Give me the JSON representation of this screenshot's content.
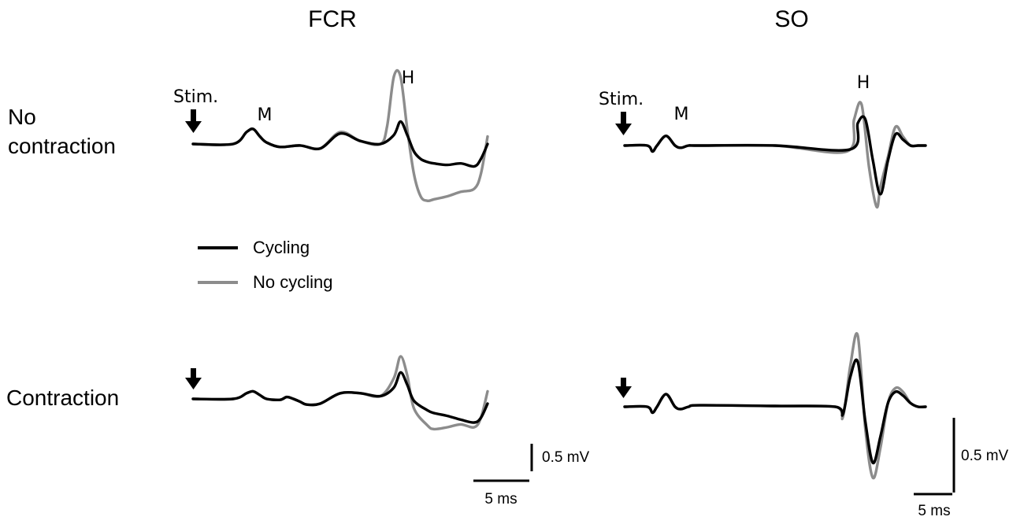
{
  "colors": {
    "cycling": "#000000",
    "no_cycling": "#8c8c8c"
  },
  "chart_data": [
    {
      "type": "line",
      "title": "FCR",
      "row_label": "No contraction",
      "stim_label": "Stim.",
      "peak_labels": [
        "M",
        "H"
      ],
      "series": [
        {
          "name": "Cycling",
          "x": [
            0,
            6,
            8,
            9,
            10,
            11,
            13,
            16,
            19,
            22,
            25,
            28,
            30,
            31,
            32,
            33,
            34,
            35,
            36,
            38,
            40,
            42,
            43,
            44
          ],
          "y": [
            0,
            0,
            0.08,
            0.1,
            0.05,
            0.01,
            -0.02,
            -0.01,
            -0.03,
            0.07,
            0.02,
            0,
            0.06,
            0.15,
            0.06,
            -0.05,
            -0.1,
            -0.12,
            -0.13,
            -0.14,
            -0.13,
            -0.15,
            -0.1,
            0
          ]
        },
        {
          "name": "No cycling",
          "x": [
            0,
            6,
            8,
            9,
            10,
            11,
            13,
            16,
            19,
            22,
            25,
            28,
            29,
            30,
            31,
            32,
            33,
            34,
            35,
            36,
            38,
            40,
            42,
            43,
            44
          ],
          "y": [
            0,
            0,
            0.08,
            0.1,
            0.05,
            0.01,
            -0.02,
            -0.01,
            -0.03,
            0.08,
            0.02,
            0,
            0.12,
            0.45,
            0.45,
            0.1,
            -0.2,
            -0.35,
            -0.38,
            -0.37,
            -0.35,
            -0.32,
            -0.3,
            -0.2,
            0.05
          ]
        }
      ]
    },
    {
      "type": "line",
      "title": "SO",
      "row_label": "",
      "stim_label": "Stim.",
      "peak_labels": [
        "M",
        "H"
      ],
      "series": [
        {
          "name": "Cycling",
          "x": [
            0,
            3,
            3.7,
            4.3,
            5.5,
            6.7,
            7.5,
            8.5,
            10,
            20,
            30,
            31,
            32,
            33,
            34,
            35,
            36,
            37,
            38,
            39,
            40
          ],
          "y": [
            0,
            0,
            -0.08,
            0,
            0.13,
            0,
            -0.03,
            0,
            0,
            0,
            -0.05,
            0.3,
            0.35,
            -0.2,
            -0.65,
            -0.2,
            0.15,
            0.08,
            0,
            0,
            0
          ]
        },
        {
          "name": "No cycling",
          "x": [
            0,
            3,
            3.7,
            4.3,
            5.5,
            6.7,
            7.5,
            8.5,
            10,
            20,
            29.5,
            30.5,
            31.5,
            32.5,
            33.5,
            34,
            35,
            36,
            37,
            38,
            39,
            40
          ],
          "y": [
            0,
            0,
            -0.08,
            0,
            0.13,
            0,
            -0.03,
            0,
            0,
            0,
            -0.08,
            0.35,
            0.55,
            -0.3,
            -0.82,
            -0.55,
            -0.15,
            0.25,
            0.12,
            0,
            0,
            0
          ]
        }
      ]
    },
    {
      "type": "line",
      "title": "",
      "row_label": "Contraction",
      "stim_label": "",
      "peak_labels": [],
      "series": [
        {
          "name": "Cycling",
          "x": [
            0,
            6,
            8,
            9,
            10,
            11,
            13,
            14,
            15,
            16,
            17,
            19,
            22,
            25,
            28,
            30,
            31,
            32,
            33,
            35,
            36,
            38,
            40,
            42,
            43,
            44
          ],
          "y": [
            0,
            0,
            0.06,
            0.08,
            0.04,
            0,
            -0.01,
            0.02,
            0,
            -0.03,
            -0.06,
            -0.05,
            0.06,
            0.06,
            0.03,
            0.12,
            0.28,
            0.15,
            -0.02,
            -0.12,
            -0.15,
            -0.18,
            -0.22,
            -0.25,
            -0.2,
            -0.05
          ]
        },
        {
          "name": "No cycling",
          "x": [
            0,
            6,
            8,
            9,
            10,
            11,
            13,
            14,
            15,
            16,
            17,
            19,
            22,
            25,
            28,
            30,
            31,
            32,
            33,
            35,
            36,
            38,
            40,
            42,
            43,
            44
          ],
          "y": [
            0,
            0,
            0.06,
            0.08,
            0.04,
            0,
            -0.01,
            0.02,
            0,
            -0.03,
            -0.06,
            -0.05,
            0.06,
            0.06,
            0.03,
            0.22,
            0.45,
            0.25,
            -0.1,
            -0.28,
            -0.32,
            -0.3,
            -0.27,
            -0.3,
            -0.2,
            0.08
          ]
        }
      ]
    },
    {
      "type": "line",
      "title": "",
      "row_label": "",
      "stim_label": "",
      "peak_labels": [],
      "series": [
        {
          "name": "Cycling",
          "x": [
            0,
            3,
            3.7,
            4.3,
            5.5,
            6.7,
            7.5,
            8.5,
            10,
            20,
            28,
            29,
            30,
            31,
            32,
            33,
            34,
            35,
            36,
            37,
            38,
            39,
            40
          ],
          "y": [
            0,
            0,
            -0.08,
            0,
            0.17,
            0,
            -0.03,
            0,
            0.02,
            0.01,
            0,
            -0.1,
            0.4,
            0.6,
            -0.2,
            -0.75,
            -0.4,
            0.05,
            0.2,
            0.15,
            0.05,
            0,
            0
          ]
        },
        {
          "name": "No cycling",
          "x": [
            0,
            3,
            3.7,
            4.3,
            5.5,
            6.7,
            7.5,
            8.5,
            10,
            20,
            28,
            29,
            30,
            31,
            32,
            33,
            34,
            35,
            36,
            37,
            38,
            39,
            40
          ],
          "y": [
            0,
            0,
            -0.08,
            0,
            0.17,
            0,
            -0.03,
            0,
            0.02,
            0.01,
            0,
            -0.14,
            0.55,
            0.95,
            -0.3,
            -0.95,
            -0.55,
            0.05,
            0.25,
            0.2,
            0.05,
            0,
            0
          ]
        }
      ]
    }
  ],
  "legend": {
    "items": [
      "Cycling",
      "No cycling"
    ]
  },
  "scale_bars": [
    {
      "voltage_label": "0.5 mV",
      "time_label": "5 ms"
    },
    {
      "voltage_label": "0.5 mV",
      "time_label": "5 ms"
    }
  ]
}
